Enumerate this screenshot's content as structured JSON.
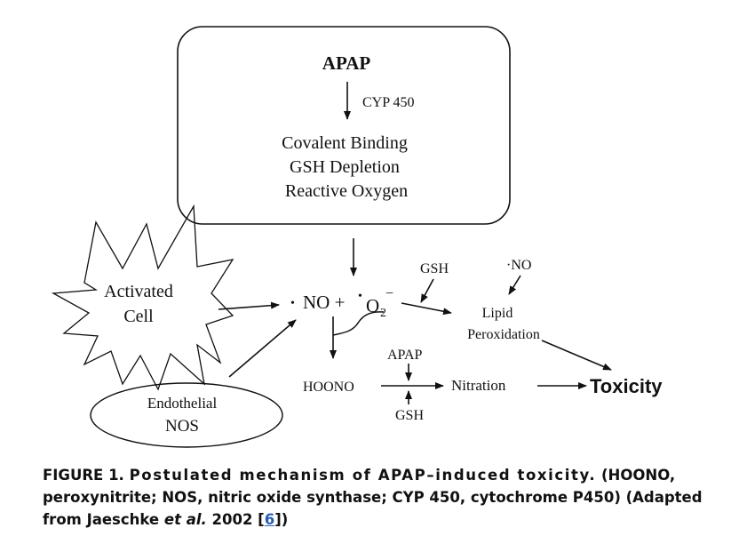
{
  "diagram": {
    "box": {
      "apap": "APAP",
      "cyp": "CYP 450",
      "line1": "Covalent Binding",
      "line2": "GSH Depletion",
      "line3": "Reactive Oxygen"
    },
    "activated_cell": {
      "line1": "Activated",
      "line2": "Cell"
    },
    "endothelial": {
      "line1": "Endothelial",
      "line2": "NOS"
    },
    "radicals": {
      "no": "NO +",
      "o2": "O",
      "sub2": "2",
      "minus": "−",
      "dot": "•"
    },
    "gsh_top": "GSH",
    "no_top": "·NO",
    "lipid": {
      "line1": "Lipid",
      "line2": "Peroxidation"
    },
    "hoono": "HOONO",
    "apap_mid": "APAP",
    "gsh_bottom": "GSH",
    "nitration": "Nitration",
    "toxicity": "Toxicity"
  },
  "caption": {
    "label": "FIGURE 1.",
    "title": "Postulated mechanism of APAP–induced toxicity.",
    "rest": "(HOONO, peroxynitrite; NOS, nitric oxide synthase; CYP 450, cytochrome P450) (Adapted from Jaeschke",
    "etal": "et al.",
    "year": "2002 [",
    "ref": "6",
    "close": "])"
  }
}
